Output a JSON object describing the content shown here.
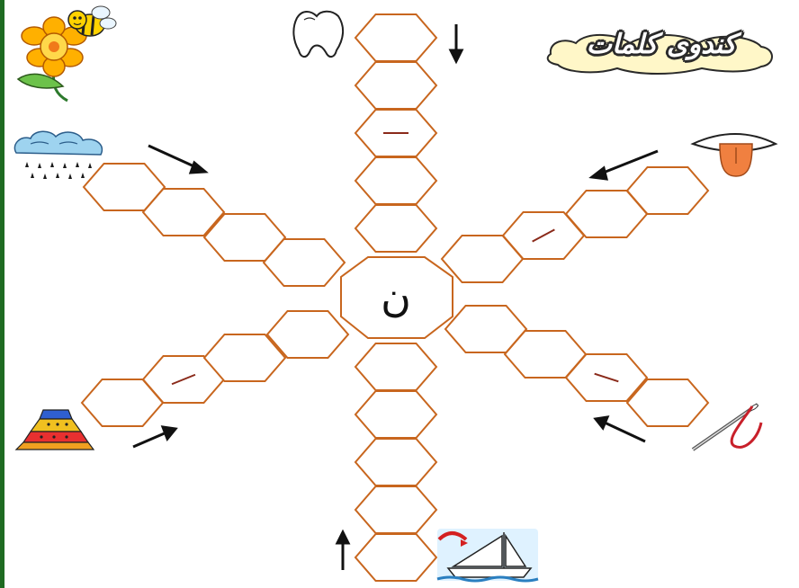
{
  "title": "کندوی کلمات",
  "center_letter": "ن",
  "colors": {
    "hex_stroke": "#c8661e",
    "dash": "#8a2a1a",
    "arrow": "#111111",
    "frame": "#1f6b22",
    "title_outline": "#2a2a2a"
  },
  "arms": [
    {
      "name": "tooth",
      "picture": "tooth-icon",
      "cells": 5,
      "dash_cell": 2,
      "arrow": "down"
    },
    {
      "name": "tongue",
      "picture": "tongue-icon",
      "cells": 4,
      "dash_cell": 2,
      "arrow": "down-left"
    },
    {
      "name": "needle",
      "picture": "needle-thread-icon",
      "cells": 4,
      "dash_cell": 1,
      "arrow": "up-left"
    },
    {
      "name": "boat",
      "picture": "sailboat-icon",
      "cells": 5,
      "dash_cell": 0,
      "arrow": "up"
    },
    {
      "name": "skirt",
      "picture": "skirt-icon",
      "cells": 4,
      "dash_cell": 1,
      "arrow": "up-right"
    },
    {
      "name": "rain",
      "picture": "rain-cloud-icon",
      "cells": 4,
      "dash_cell": 0,
      "arrow": "down-right"
    },
    {
      "name": "flower",
      "picture": "flower-bee-icon",
      "cells": 0,
      "dash_cell": 0,
      "arrow": "none"
    }
  ]
}
